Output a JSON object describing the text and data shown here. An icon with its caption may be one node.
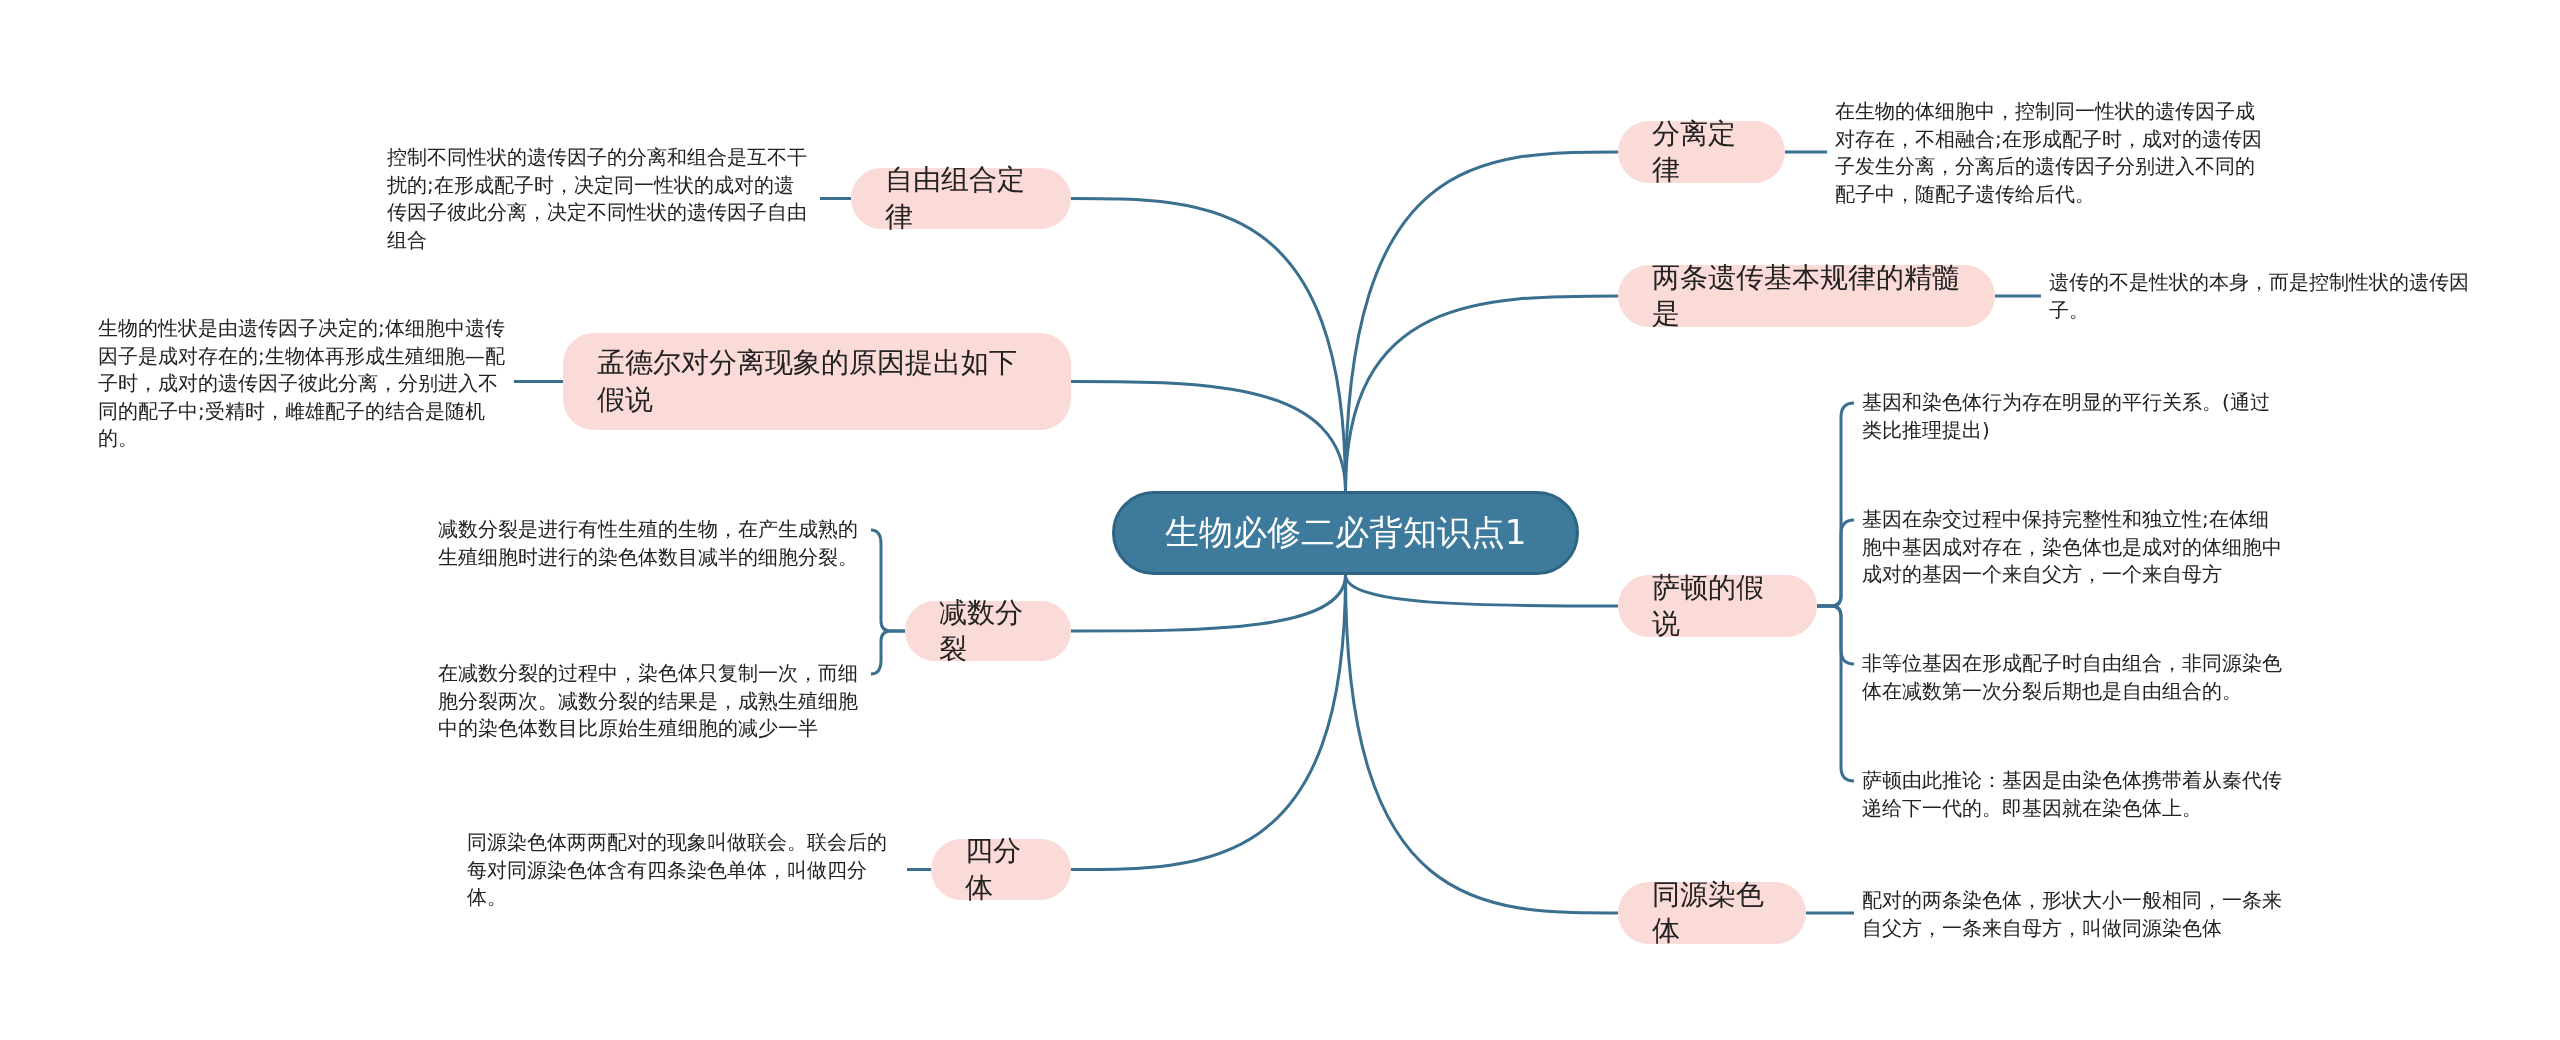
{
  "diagram": {
    "nodes": [
      {
        "text": [
          "生物必修二必背知识点1"
        ]
      },
      {
        "text": [
          "自由组合定律"
        ]
      },
      {
        "text": [
          "控制不同性状的遗传因子的分离和组合是互不干扰的;在形成配子时，决定同一性状的成对的遗传因子彼此分离，决定不同性状的遗传因子自由组合"
        ]
      },
      {
        "text": [
          "孟德尔对分离现象的原因提出如下假说"
        ]
      },
      {
        "text": [
          "生物的性状是由遗传因子决定的;体细胞中遗传因子是成对存在的;生物体再形成生殖细胞—配子时，成对的遗传因子彼此分离，分别进入不同的配子中;受精时，雌雄配子的结合是随机的。"
        ]
      },
      {
        "text": [
          "减数分裂"
        ]
      },
      {
        "text": [
          "减数分裂是进行有性生殖的生物，在产生成熟的生殖细胞时进行的染色体数目减半的细胞分裂。"
        ]
      },
      {
        "text": [
          "在减数分裂的过程中，染色体只复制一次，而细胞分裂两次。减数分裂的结果是，成熟生殖细胞中的染色体数目比原始生殖细胞的减少一半"
        ]
      },
      {
        "text": [
          "四分体"
        ]
      },
      {
        "text": [
          "同源染色体两两配对的现象叫做联会。联会后的每对同源染色体含有四条染色单体，叫做四分体。"
        ]
      },
      {
        "text": [
          "分离定律"
        ]
      },
      {
        "text": [
          "在生物的体细胞中，控制同一性状的遗传因子成对存在，不相融合;在形成配子时，成对的遗传因子发生分离，分离后的遗传因子分别进入不同的配子中，随配子遗传给后代。"
        ]
      },
      {
        "text": [
          "两条遗传基本规律的精髓是"
        ]
      },
      {
        "text": [
          "遗传的不是性状的本身，而是控制性状的遗传因子。"
        ]
      },
      {
        "text": [
          "萨顿的假说"
        ]
      },
      {
        "text": [
          "基因和染色体行为存在明显的平行关系。(通过类比推理提出)"
        ]
      },
      {
        "text": [
          "基因在杂交过程中保持完整性和独立性;在体细胞中基因成对存在，染色体也是成对的体细胞中成对的基因一个来自父方，一个来自母方"
        ]
      },
      {
        "text": [
          "非等位基因在形成配子时自由组合，非同源染色体在减数第一次分裂后期也是自由组合的。"
        ]
      },
      {
        "text": [
          "萨顿由此推论：基因是由染色体携带着从秦代传递给下一代的。即基因就在染色体上。"
        ]
      },
      {
        "text": [
          "同源染色体"
        ]
      },
      {
        "text": [
          "配对的两条染色体，形状大小一般相同，一条来自父方，一条来自母方，叫做同源染色体"
        ]
      }
    ],
    "edges": [
      {
        "from": 0,
        "to": 1,
        "arrow": "none"
      },
      {
        "from": 0,
        "to": 3,
        "arrow": "none"
      },
      {
        "from": 0,
        "to": 5,
        "arrow": "none"
      },
      {
        "from": 0,
        "to": 8,
        "arrow": "none"
      },
      {
        "from": 0,
        "to": 10,
        "arrow": "none"
      },
      {
        "from": 0,
        "to": 12,
        "arrow": "none"
      },
      {
        "from": 0,
        "to": 14,
        "arrow": "none"
      },
      {
        "from": 0,
        "to": 19,
        "arrow": "none"
      },
      {
        "from": 1,
        "to": 2,
        "arrow": "none"
      },
      {
        "from": 3,
        "to": 4,
        "arrow": "none"
      },
      {
        "from": 5,
        "to": 6,
        "arrow": "none"
      },
      {
        "from": 5,
        "to": 7,
        "arrow": "none"
      },
      {
        "from": 8,
        "to": 9,
        "arrow": "none"
      },
      {
        "from": 10,
        "to": 11,
        "arrow": "none"
      },
      {
        "from": 12,
        "to": 13,
        "arrow": "none"
      },
      {
        "from": 14,
        "to": 15,
        "arrow": "none"
      },
      {
        "from": 14,
        "to": 16,
        "arrow": "none"
      },
      {
        "from": 14,
        "to": 17,
        "arrow": "none"
      },
      {
        "from": 14,
        "to": 18,
        "arrow": "none"
      },
      {
        "from": 19,
        "to": 20,
        "arrow": "none"
      }
    ]
  }
}
